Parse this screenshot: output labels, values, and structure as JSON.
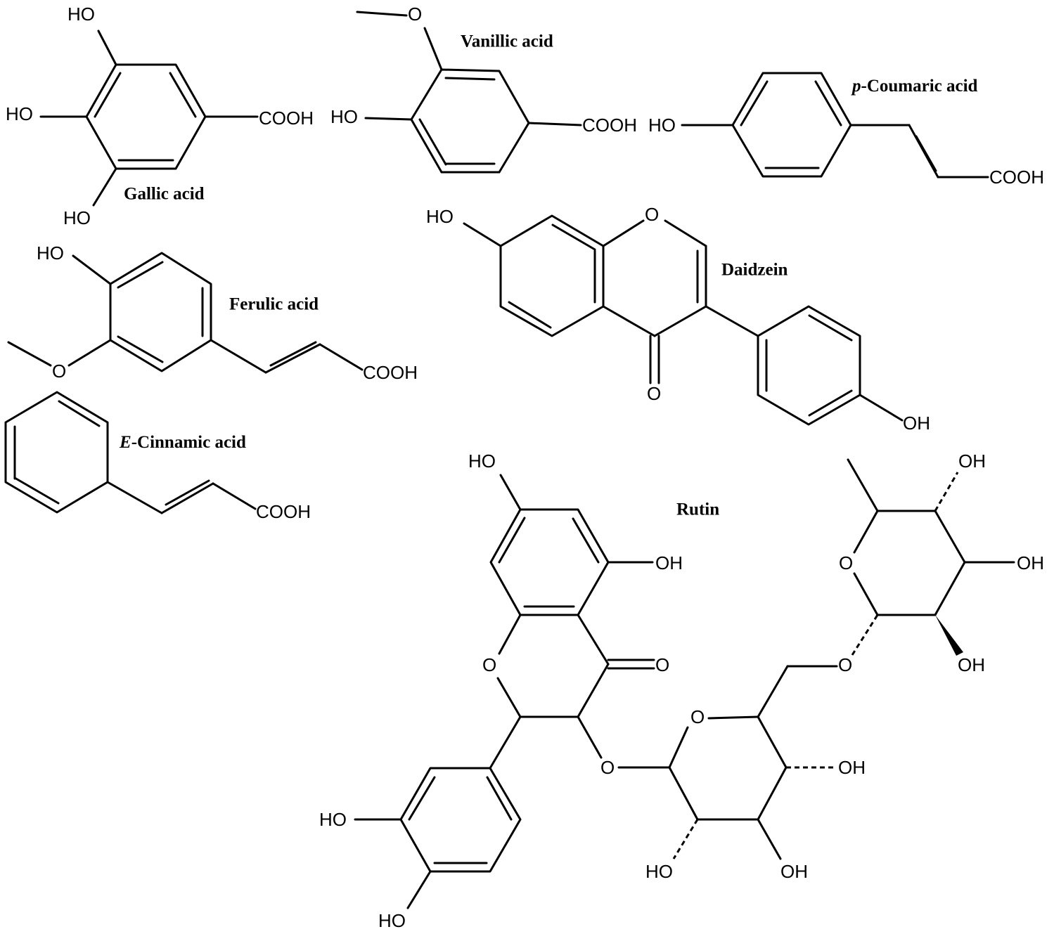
{
  "compounds": {
    "gallic": {
      "name": "Gallic acid"
    },
    "vanillic": {
      "name": "Vanillic acid"
    },
    "coumaric": {
      "prefix": "p",
      "name": "-Coumaric acid"
    },
    "ferulic": {
      "name": "Ferulic acid"
    },
    "cinnamic": {
      "prefix": "E",
      "name": "-Cinnamic acid"
    },
    "daidzein": {
      "name": "Daidzein"
    },
    "rutin": {
      "name": "Rutin"
    }
  },
  "atoms": {
    "ho": "HO",
    "oh": "OH",
    "o": "O",
    "cooh": "COOH"
  }
}
